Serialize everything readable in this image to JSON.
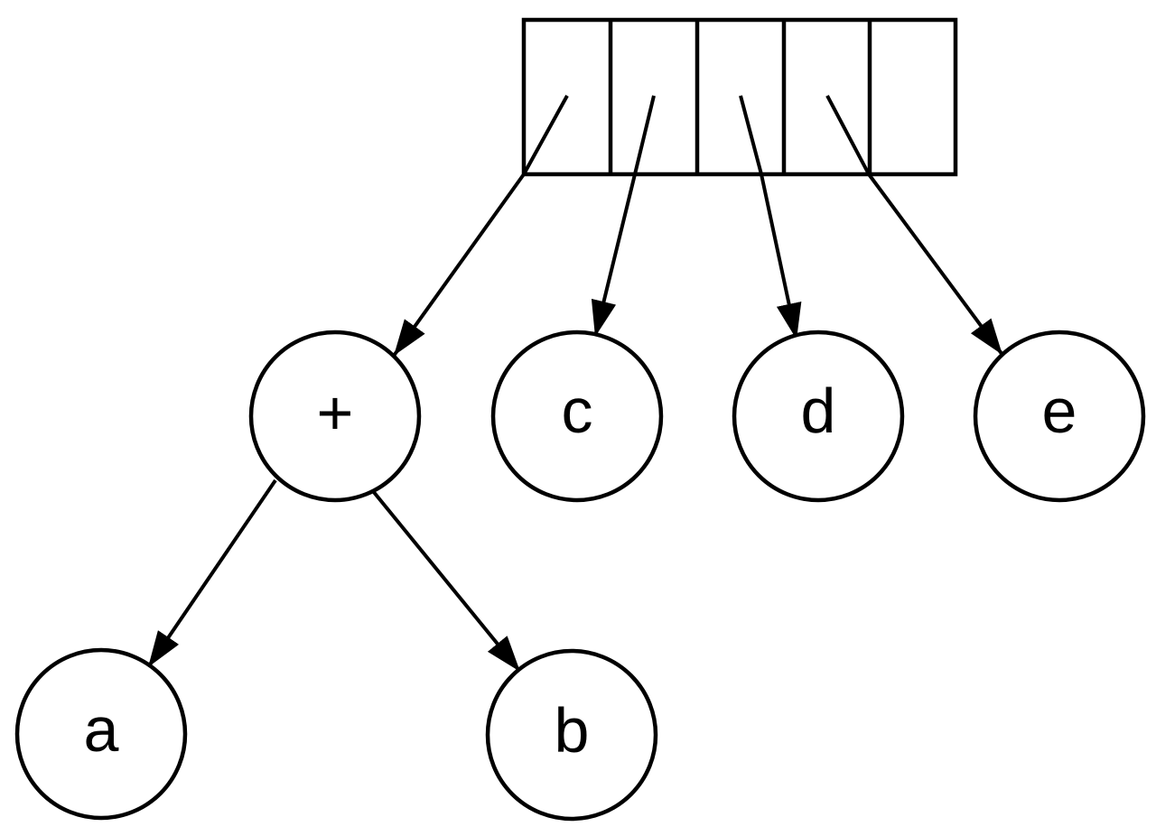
{
  "diagram": {
    "kind": "expression-tree-forest-array",
    "colors": {
      "stroke": "#000000",
      "background": "#ffffff"
    },
    "array": {
      "cell_count": 5,
      "cells": [
        {
          "slot": 0,
          "points_to": "plus"
        },
        {
          "slot": 1,
          "points_to": "c"
        },
        {
          "slot": 2,
          "points_to": "d"
        },
        {
          "slot": 3,
          "points_to": "e"
        },
        {
          "slot": 4,
          "points_to": null
        }
      ]
    },
    "nodes": {
      "plus": {
        "label": "+",
        "children": [
          "a",
          "b"
        ]
      },
      "a": {
        "label": "a",
        "children": []
      },
      "b": {
        "label": "b",
        "children": []
      },
      "c": {
        "label": "c",
        "children": []
      },
      "d": {
        "label": "d",
        "children": []
      },
      "e": {
        "label": "e",
        "children": []
      }
    },
    "edges": [
      {
        "from": "array-slot-0",
        "to": "plus"
      },
      {
        "from": "array-slot-1",
        "to": "c"
      },
      {
        "from": "array-slot-2",
        "to": "d"
      },
      {
        "from": "array-slot-3",
        "to": "e"
      },
      {
        "from": "plus",
        "to": "a"
      },
      {
        "from": "plus",
        "to": "b"
      }
    ]
  }
}
